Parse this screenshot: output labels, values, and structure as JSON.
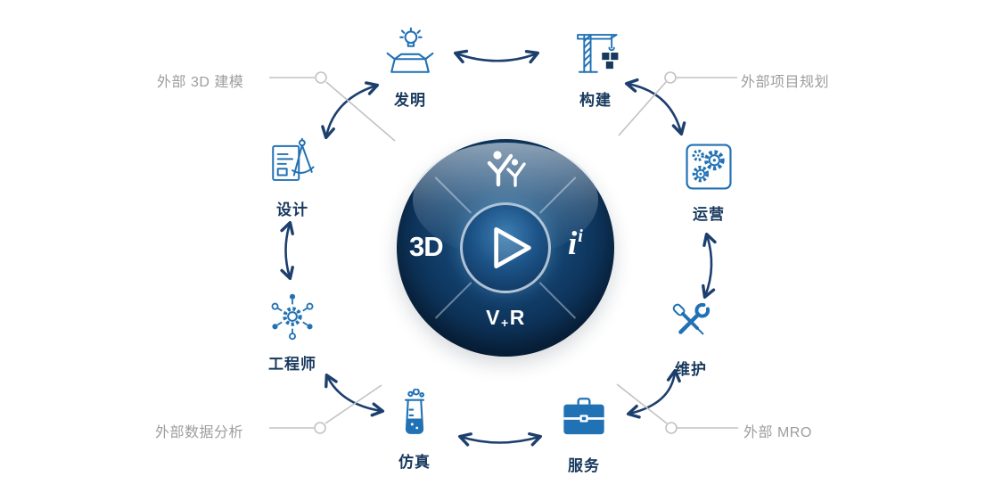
{
  "center": {
    "west_text": "3D",
    "east_text_main": "i",
    "east_text_sup": "i",
    "south_v": "V",
    "south_plus": "+",
    "south_r": "R"
  },
  "nodes": [
    {
      "id": "invent",
      "label": "发明",
      "icon": "lightbulb-box-icon"
    },
    {
      "id": "build",
      "label": "构建",
      "icon": "tower-crane-icon"
    },
    {
      "id": "operate",
      "label": "运营",
      "icon": "gears-panel-icon"
    },
    {
      "id": "maintain",
      "label": "维护",
      "icon": "crossed-tools-icon"
    },
    {
      "id": "service",
      "label": "服务",
      "icon": "briefcase-icon"
    },
    {
      "id": "simulate",
      "label": "仿真",
      "icon": "beaker-icon"
    },
    {
      "id": "engineer",
      "label": "工程师",
      "icon": "gear-network-icon"
    },
    {
      "id": "design",
      "label": "设计",
      "icon": "drafting-compass-icon"
    }
  ],
  "external_links": [
    {
      "id": "ext-3d-modeling",
      "label": "外部 3D 建模",
      "position": "top-left"
    },
    {
      "id": "ext-project-planning",
      "label": "外部项目规划",
      "position": "top-right"
    },
    {
      "id": "ext-data-analysis",
      "label": "外部数据分析",
      "position": "bottom-left"
    },
    {
      "id": "ext-mro",
      "label": "外部 MRO",
      "position": "bottom-right"
    }
  ],
  "connections": [
    [
      "invent",
      "build"
    ],
    [
      "build",
      "operate"
    ],
    [
      "operate",
      "maintain"
    ],
    [
      "maintain",
      "service"
    ],
    [
      "service",
      "simulate"
    ],
    [
      "simulate",
      "engineer"
    ],
    [
      "engineer",
      "design"
    ],
    [
      "design",
      "invent"
    ]
  ],
  "colors": {
    "icon_blue": "#2171b5",
    "label_navy": "#18395e",
    "arrow_navy": "#1d3f6e",
    "external_gray": "#9d9d9d",
    "connector_gray": "#c2c2c2",
    "circle_navy": "#0b2f52"
  }
}
